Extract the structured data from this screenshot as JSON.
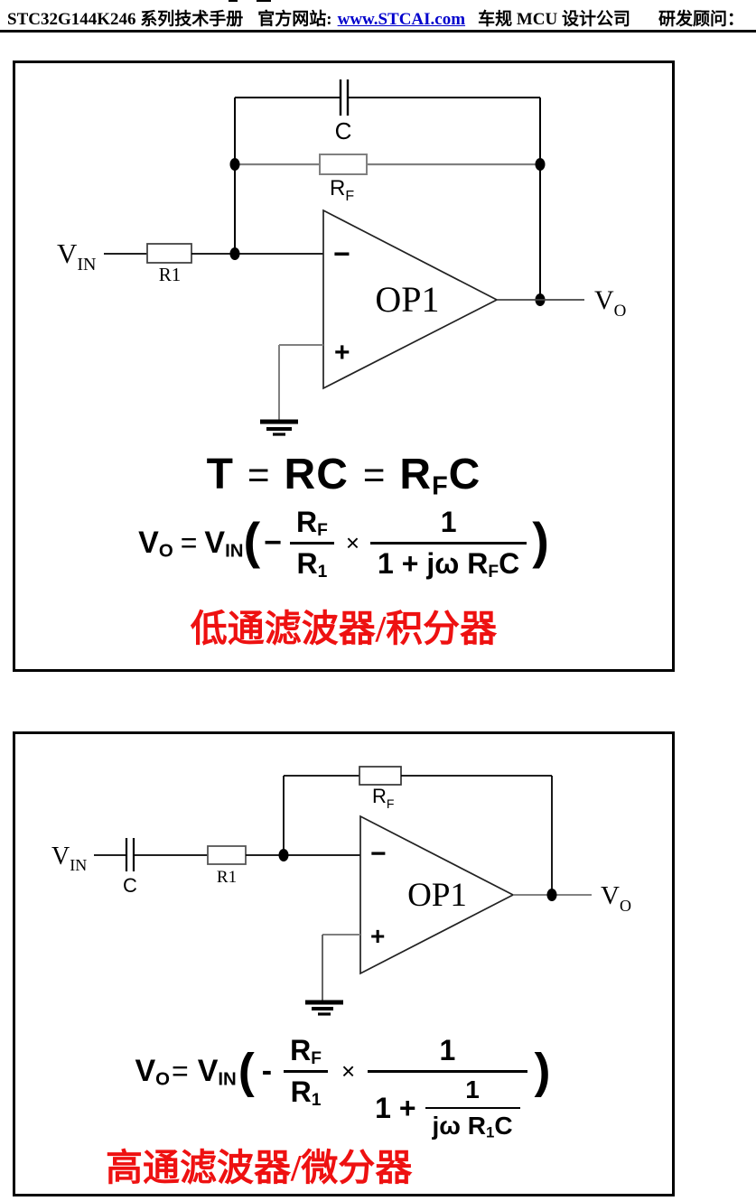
{
  "header": {
    "title": "STC32G144K246 系列技术手册",
    "site_label": "官方网站:",
    "site_url": "www.STCAI.com",
    "company": "车规 MCU 设计公司",
    "consultant": "研发顾问："
  },
  "colors": {
    "caption_red": "#ee1111",
    "link_blue": "#0000cc",
    "wire_gray": "#808080",
    "line_black": "#000000"
  },
  "circuit1": {
    "labels": {
      "vin_base": "V",
      "vin_sub": "IN",
      "r1": "R1",
      "cap": "C",
      "rf_base": "R",
      "rf_sub": "F",
      "minus": "−",
      "plus": "+",
      "opamp": "OP1",
      "vo_base": "V",
      "vo_sub": "O"
    },
    "formula_t": {
      "lhs": "T",
      "eq1": "=",
      "rc": "RC",
      "eq2": "=",
      "rf_base": "R",
      "rf_sub": "F",
      "c": "C"
    },
    "formula_vo": {
      "vo_base": "V",
      "vo_sub": "O",
      "eq": "=",
      "vin_base": "V",
      "vin_sub": "IN",
      "open": "(",
      "minus": "−",
      "num1_base": "R",
      "num1_sub": "F",
      "den1_base": "R",
      "den1_sub": "1",
      "times": "×",
      "num2": "1",
      "den2_pre": "1 + jω",
      "den2_rbase": "R",
      "den2_rsub": "F",
      "den2_c": "C",
      "close": ")"
    },
    "caption": "低通滤波器/积分器"
  },
  "circuit2": {
    "labels": {
      "vin_base": "V",
      "vin_sub": "IN",
      "cap": "C",
      "r1": "R1",
      "rf_base": "R",
      "rf_sub": "F",
      "minus": "−",
      "plus": "+",
      "opamp": "OP1",
      "vo_base": "V",
      "vo_sub": "O"
    },
    "formula_vo": {
      "vo_base": "V",
      "vo_sub": "O",
      "eq": "=",
      "vin_base": "V",
      "vin_sub": "IN",
      "open": "(",
      "minus": "-",
      "num1_base": "R",
      "num1_sub": "F",
      "den1_base": "R",
      "den1_sub": "1",
      "times": "×",
      "num2": "1",
      "den2_pre": "1 +",
      "inner_num": "1",
      "inner_den_pre": "jω ",
      "inner_rbase": "R",
      "inner_rsub": "1",
      "inner_c": "C",
      "close": ")"
    },
    "caption": "高通滤波器/微分器"
  }
}
